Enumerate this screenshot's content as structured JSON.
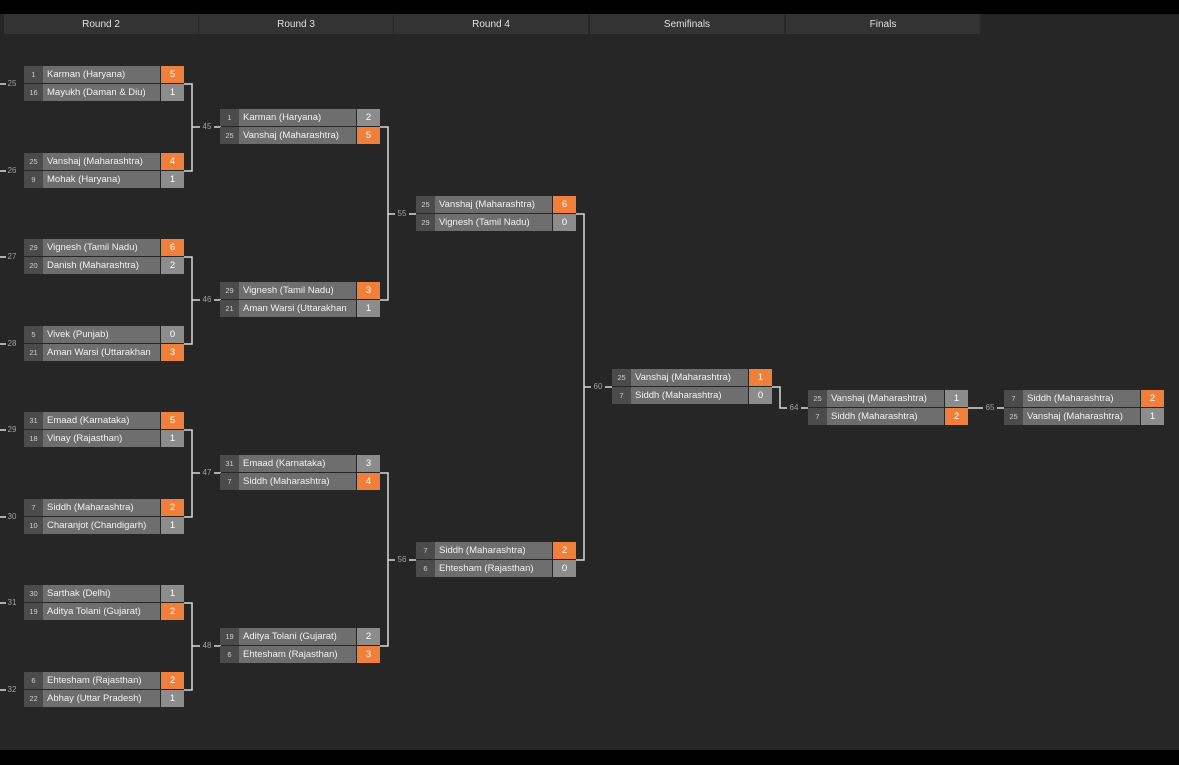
{
  "rounds": [
    "Round 2",
    "Round 3",
    "Round 4",
    "Semifinals",
    "Finals"
  ],
  "matches": [
    {
      "id": "r2m1",
      "num": "25",
      "top": {
        "seed": "1",
        "name": "Karman (Haryana)",
        "score": "5",
        "win": true
      },
      "bot": {
        "seed": "16",
        "name": "Mayukh (Daman & Diu)",
        "score": "1",
        "win": false
      }
    },
    {
      "id": "r2m2",
      "num": "26",
      "top": {
        "seed": "25",
        "name": "Vanshaj (Maharashtra)",
        "score": "4",
        "win": true
      },
      "bot": {
        "seed": "9",
        "name": "Mohak (Haryana)",
        "score": "1",
        "win": false
      }
    },
    {
      "id": "r2m3",
      "num": "27",
      "top": {
        "seed": "29",
        "name": "Vignesh (Tamil Nadu)",
        "score": "6",
        "win": true
      },
      "bot": {
        "seed": "20",
        "name": "Danish (Maharashtra)",
        "score": "2",
        "win": false
      }
    },
    {
      "id": "r2m4",
      "num": "28",
      "top": {
        "seed": "5",
        "name": "Vivek (Punjab)",
        "score": "0",
        "win": false
      },
      "bot": {
        "seed": "21",
        "name": "Aman Warsi (Uttarakhan",
        "score": "3",
        "win": true
      }
    },
    {
      "id": "r2m5",
      "num": "29",
      "top": {
        "seed": "31",
        "name": "Emaad (Karnataka)",
        "score": "5",
        "win": true
      },
      "bot": {
        "seed": "18",
        "name": "Vinay (Rajasthan)",
        "score": "1",
        "win": false
      }
    },
    {
      "id": "r2m6",
      "num": "30",
      "top": {
        "seed": "7",
        "name": "Siddh (Maharashtra)",
        "score": "2",
        "win": true
      },
      "bot": {
        "seed": "10",
        "name": "Charanjot (Chandigarh)",
        "score": "1",
        "win": false
      }
    },
    {
      "id": "r2m7",
      "num": "31",
      "top": {
        "seed": "30",
        "name": "Sarthak (Delhi)",
        "score": "1",
        "win": false
      },
      "bot": {
        "seed": "19",
        "name": "Aditya Tolani (Gujarat)",
        "score": "2",
        "win": true
      }
    },
    {
      "id": "r2m8",
      "num": "32",
      "top": {
        "seed": "6",
        "name": "Ehtesham (Rajasthan)",
        "score": "2",
        "win": true
      },
      "bot": {
        "seed": "22",
        "name": "Abhay (Uttar Pradesh)",
        "score": "1",
        "win": false
      }
    },
    {
      "id": "r3m1",
      "num": "45",
      "top": {
        "seed": "1",
        "name": "Karman (Haryana)",
        "score": "2",
        "win": false
      },
      "bot": {
        "seed": "25",
        "name": "Vanshaj (Maharashtra)",
        "score": "5",
        "win": true
      }
    },
    {
      "id": "r3m2",
      "num": "46",
      "top": {
        "seed": "29",
        "name": "Vignesh (Tamil Nadu)",
        "score": "3",
        "win": true
      },
      "bot": {
        "seed": "21",
        "name": "Aman Warsi (Uttarakhan",
        "score": "1",
        "win": false
      }
    },
    {
      "id": "r3m3",
      "num": "47",
      "top": {
        "seed": "31",
        "name": "Emaad (Karnataka)",
        "score": "3",
        "win": false
      },
      "bot": {
        "seed": "7",
        "name": "Siddh (Maharashtra)",
        "score": "4",
        "win": true
      }
    },
    {
      "id": "r3m4",
      "num": "48",
      "top": {
        "seed": "19",
        "name": "Aditya Tolani (Gujarat)",
        "score": "2",
        "win": false
      },
      "bot": {
        "seed": "6",
        "name": "Ehtesham (Rajasthan)",
        "score": "3",
        "win": true
      }
    },
    {
      "id": "r4m1",
      "num": "55",
      "top": {
        "seed": "25",
        "name": "Vanshaj (Maharashtra)",
        "score": "6",
        "win": true
      },
      "bot": {
        "seed": "29",
        "name": "Vignesh (Tamil Nadu)",
        "score": "0",
        "win": false
      }
    },
    {
      "id": "r4m2",
      "num": "56",
      "top": {
        "seed": "7",
        "name": "Siddh (Maharashtra)",
        "score": "2",
        "win": true
      },
      "bot": {
        "seed": "6",
        "name": "Ehtesham (Rajasthan)",
        "score": "0",
        "win": false
      }
    },
    {
      "id": "sf1",
      "num": "60",
      "top": {
        "seed": "25",
        "name": "Vanshaj (Maharashtra)",
        "score": "1",
        "win": true
      },
      "bot": {
        "seed": "7",
        "name": "Siddh (Maharashtra)",
        "score": "0",
        "win": false
      }
    },
    {
      "id": "f1",
      "num": "64",
      "top": {
        "seed": "25",
        "name": "Vanshaj (Maharashtra)",
        "score": "1",
        "win": false
      },
      "bot": {
        "seed": "7",
        "name": "Siddh (Maharashtra)",
        "score": "2",
        "win": true
      }
    },
    {
      "id": "f2",
      "num": "65",
      "top": {
        "seed": "7",
        "name": "Siddh (Maharashtra)",
        "score": "2",
        "win": true
      },
      "bot": {
        "seed": "25",
        "name": "Vanshaj (Maharashtra)",
        "score": "1",
        "win": false
      }
    }
  ]
}
